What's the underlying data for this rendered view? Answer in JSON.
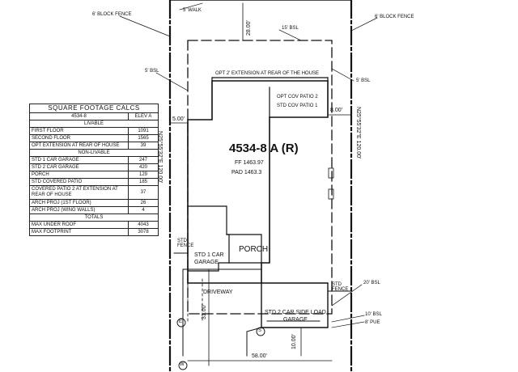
{
  "plan": {
    "title": "4534-8 A (R)",
    "ff": "FF 1463.97",
    "pad": "PAD 1463.3",
    "porch": "PORCH",
    "garage1": [
      "STD 1 CAR",
      "GARAGE"
    ],
    "garage2": [
      "STD 2 CAR SIDE LOAD",
      "GARAGE"
    ],
    "driveway": "DRIVEWAY",
    "opt_extension": "OPT 2' EXTENSION AT REAR OF THE HOUSE",
    "patio2": "OPT COV PATIO 2",
    "patio1": "STD COV PATIO 1",
    "std_fence_left": [
      "STD",
      "FENCE"
    ],
    "std_fence_right": [
      "STD",
      "FENCE"
    ],
    "gate_label": "5' WALK",
    "block_fence_left": "6' BLOCK FENCE",
    "block_fence_right": "6' BLOCK FENCE",
    "bsl_rear": "15' BSL",
    "bsl_left": "5' BSL",
    "bsl_right": "5' BSL",
    "bsl_front": "20' BSL",
    "bsl_side": "10' BSL",
    "pue": "8' PUE",
    "dim_28": "28.00'",
    "dim_5": "5.00'",
    "dim_8": "8.00'",
    "dim_31": "31.00'",
    "dim_58": "58.00'",
    "dim_10": "10.00'",
    "bearing_left": "N25°55'32\"E  120.00'",
    "bearing_right": "N25°55'32\"E  120.00'",
    "marker_e": "E",
    "marker_s": "S",
    "marker_w": "W"
  },
  "table": {
    "title": "SQUARE FOOTAGE CALCS",
    "col1_header": "4534-8",
    "col2_header": "ELEV A",
    "livable_label": "LIVABLE",
    "livable_rows": [
      {
        "label": "FIRST FLOOR",
        "value": "1091"
      },
      {
        "label": "SECOND FLOOR",
        "value": "1565"
      },
      {
        "label": "OPT EXTENSION AT REAR OF HOUSE",
        "value": "39"
      }
    ],
    "non_livable_label": "NON-LIVABLE",
    "non_livable_rows": [
      {
        "label": "STD 1 CAR GARAGE",
        "value": "247"
      },
      {
        "label": "STD 2 CAR GARAGE",
        "value": "420"
      },
      {
        "label": "PORCH",
        "value": "129"
      },
      {
        "label": "STD COVERED PATIO",
        "value": "185"
      },
      {
        "label": "COVERED PATIO 2 AT EXTENSION AT REAR OF HOUSE",
        "value": "37"
      },
      {
        "label": "ARCH PROJ (1ST FLOOR)",
        "value": "26"
      },
      {
        "label": "ARCH PROJ (WING WALLS)",
        "value": "4"
      }
    ],
    "totals_label": "TOTALS",
    "totals_rows": [
      {
        "label": "MAX UNDER ROOF",
        "value": "4043"
      },
      {
        "label": "MAX FOOTPRINT",
        "value": "3078"
      }
    ]
  },
  "colors": {
    "line": "#111111",
    "background": "#ffffff"
  }
}
